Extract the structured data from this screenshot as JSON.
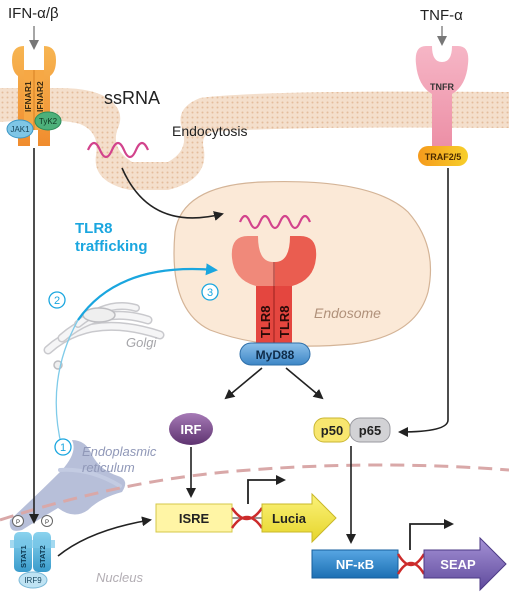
{
  "labels": {
    "ifn": "IFN-α/β",
    "ifnar1": "IFNAR1",
    "ifnar2": "IFNAR2",
    "jak1": "JAK1",
    "tyk2": "TyK2",
    "ssrna": "ssRNA",
    "endocytosis": "Endocytosis",
    "tnf": "TNF-α",
    "tnfr": "TNFR",
    "traf": "TRAF2/5",
    "tlr8_trafficking_1": "TLR8",
    "tlr8_trafficking_2": "trafficking",
    "step1": "1",
    "step2": "2",
    "step3": "3",
    "tlr8_a": "TLR8",
    "tlr8_b": "TLR8",
    "endosome": "Endosome",
    "golgi": "Golgi",
    "myd88": "MyD88",
    "irf": "IRF",
    "p50": "p50",
    "p65": "p65",
    "er_1": "Endoplasmic",
    "er_2": "reticulum",
    "isre": "ISRE",
    "lucia": "Lucia",
    "stat1": "STAT1",
    "stat2": "STAT2",
    "irf9": "IRF9",
    "phos_a": "P",
    "phos_b": "P",
    "nucleus": "Nucleus",
    "nfkb": "NF-κB",
    "seap": "SEAP"
  },
  "colors": {
    "membrane": "#f3dcc6",
    "membrane_dots": "#e8c3a2",
    "endosome": "#fae8d6",
    "endosome_edge": "#d7b79b",
    "tlr8": "#e8504a",
    "tlr8_light": "#f08a7b",
    "ifnar": "#f4a23d",
    "tnfr": "#f0a0b4",
    "traf": "#f6b21f",
    "myd88": "#5f9fd8",
    "irf": "#7d4d8e",
    "p50": "#f7e56a",
    "p65": "#cfcfd2",
    "stat": "#62b8de",
    "isre": "#fff3a0",
    "lucia": "#f5e94a",
    "nfkb": "#2f88cf",
    "seap": "#7e68b8",
    "trafficking": "#1aa6df",
    "er": "#9aa7c9"
  }
}
